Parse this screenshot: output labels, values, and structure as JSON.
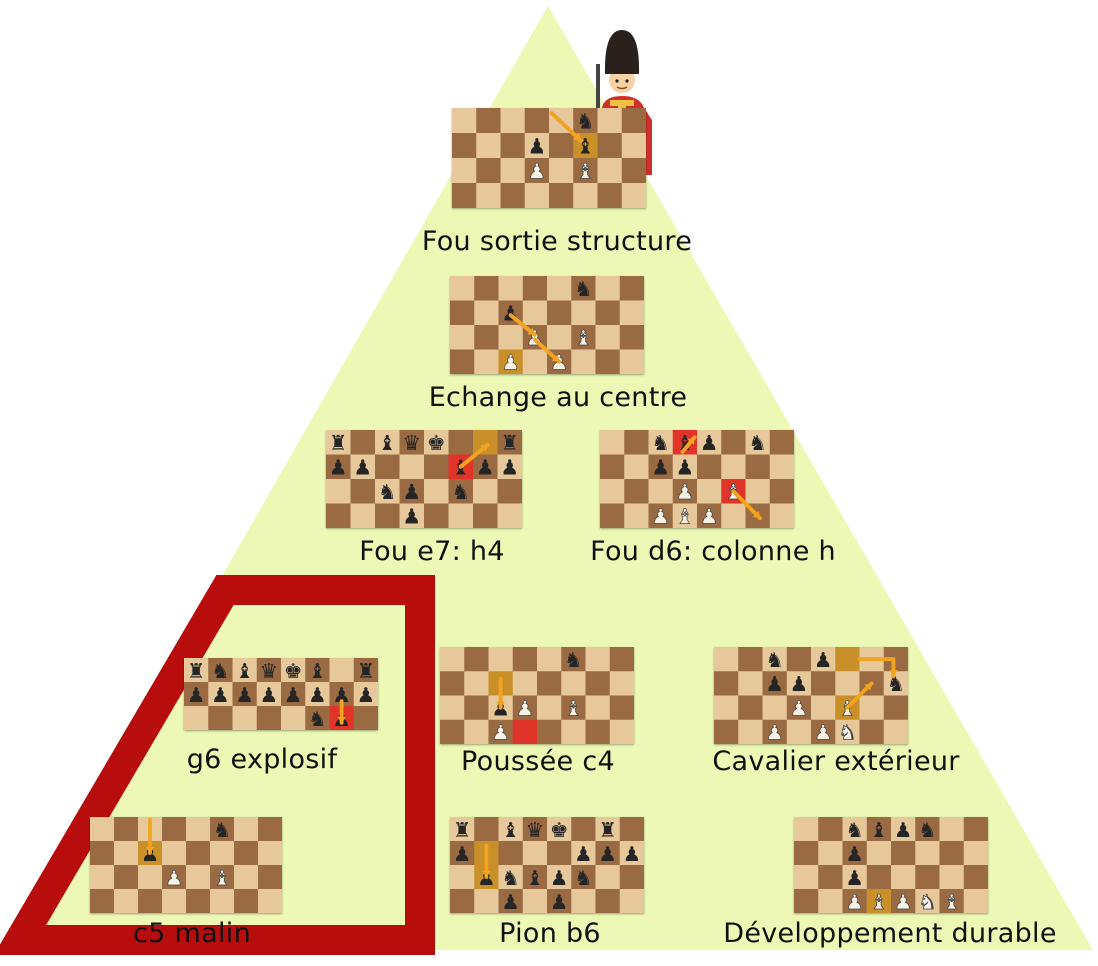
{
  "colors": {
    "pyramid": "#ecf8b4",
    "highlight_frame": "#b70d0d",
    "light_square": "#e7c89a",
    "dark_square": "#9a6a43",
    "move_highlight": "#c9902a",
    "red_square": "#e03428",
    "arrow": "#f2a321",
    "black_piece": "#252525",
    "white_piece": "#f7f2e6"
  },
  "mascot": {
    "icon": "royal-guard-icon"
  },
  "levels": [
    {
      "id": "fou-sortie",
      "label": "Fou sortie structure",
      "in_highlight": false
    },
    {
      "id": "echange",
      "label": "Echange au centre",
      "in_highlight": false
    },
    {
      "id": "fou-e7",
      "label": "Fou e7: h4",
      "in_highlight": false
    },
    {
      "id": "fou-d6",
      "label": "Fou d6: colonne h",
      "in_highlight": false
    },
    {
      "id": "g6",
      "label": "g6 explosif",
      "in_highlight": true
    },
    {
      "id": "poussee",
      "label": "Poussée c4",
      "in_highlight": false
    },
    {
      "id": "cavalier",
      "label": "Cavalier extérieur",
      "in_highlight": false
    },
    {
      "id": "c5",
      "label": "c5 malin",
      "in_highlight": true
    },
    {
      "id": "pion-b6",
      "label": "Pion b6",
      "in_highlight": false
    },
    {
      "id": "developpement",
      "label": "Développement  durable",
      "in_highlight": false
    }
  ]
}
